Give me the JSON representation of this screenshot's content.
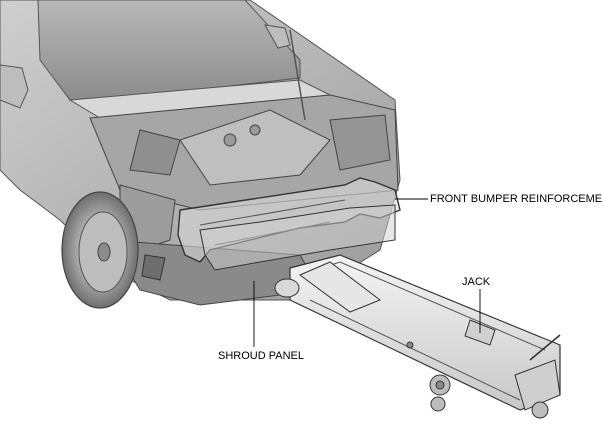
{
  "labels": {
    "front_bumper_reinforcement": "FRONT BUMPER REINFORCEMENT",
    "jack": "JACK",
    "shroud_panel": "SHROUD PANEL"
  }
}
